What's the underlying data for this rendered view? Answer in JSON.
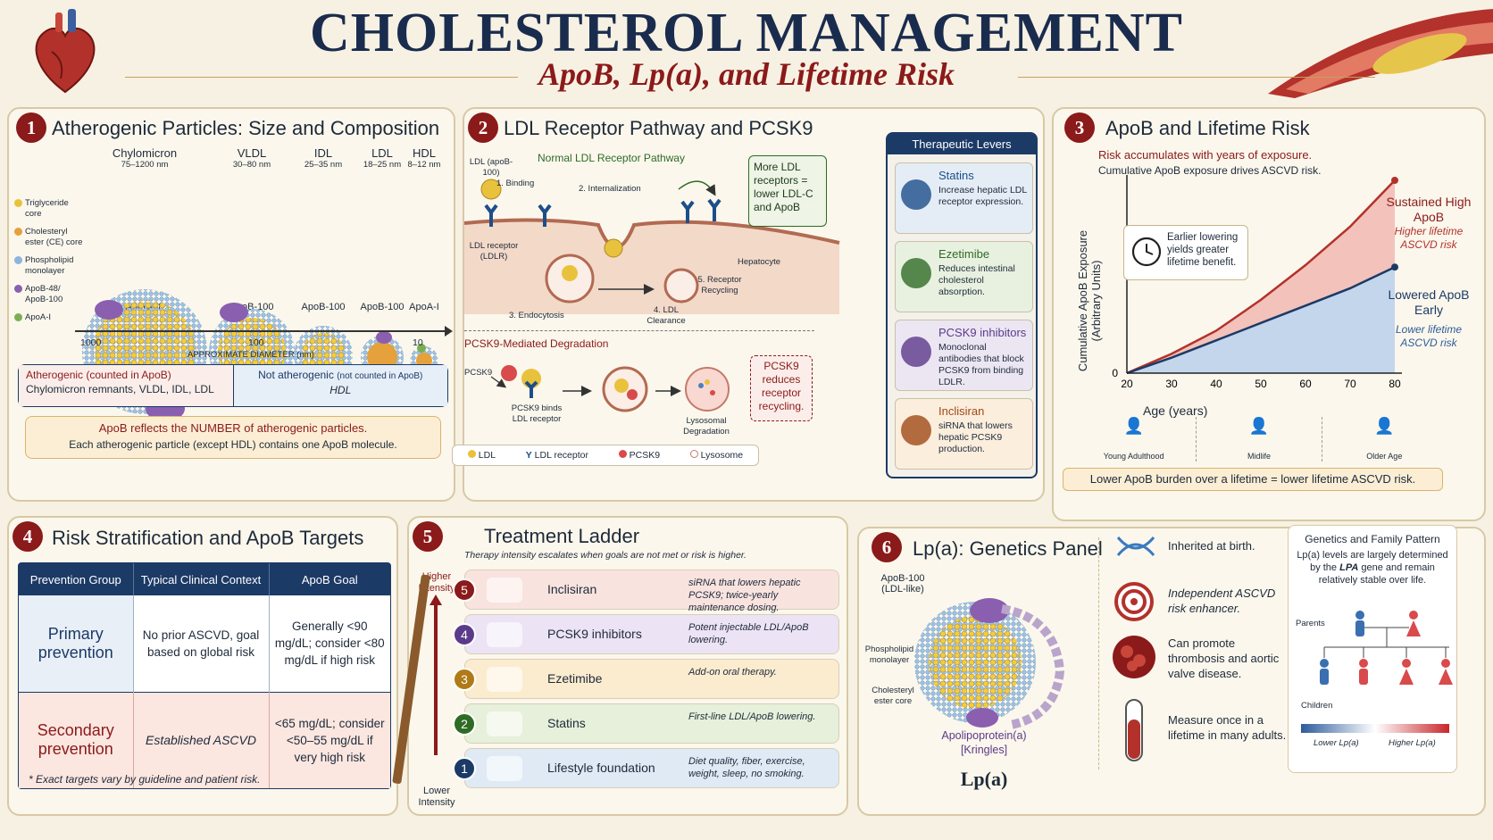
{
  "header": {
    "title": "CHOLESTEROL MANAGEMENT",
    "subtitle": "ApoB, Lp(a), and Lifetime Risk"
  },
  "p1": {
    "num": "1",
    "title": "Atherogenic Particles: Size and Composition",
    "particles": [
      {
        "name": "Chylomicron",
        "size": "75–1200 nm",
        "apo": "ApoB-48"
      },
      {
        "name": "VLDL",
        "size": "30–80 nm",
        "apo": "ApoB-100"
      },
      {
        "name": "IDL",
        "size": "25–35 nm",
        "apo": "ApoB-100"
      },
      {
        "name": "LDL",
        "size": "18–25 nm",
        "apo": "ApoB-100"
      },
      {
        "name": "HDL",
        "size": "8–12 nm",
        "apo": "ApoA-I"
      }
    ],
    "legend": [
      "Triglyceride core",
      "Cholesteryl ester (CE) core",
      "Phospholipid monolayer",
      "ApoB-48/ ApoB-100",
      "ApoA-I"
    ],
    "axis_ticks": [
      "1000",
      "100",
      "10"
    ],
    "axis_label": "APPROXIMATE DIAMETER (nm)",
    "box_left_title": "Atherogenic (counted in ApoB)",
    "box_left_text": "Chylomicron remnants, VLDL, IDL, LDL",
    "box_right_title": "Not atherogenic",
    "box_right_title2": "(not counted in ApoB)",
    "box_right_text": "HDL",
    "note_title": "ApoB reflects the NUMBER of atherogenic particles.",
    "note_text": "Each atherogenic particle (except HDL) contains one ApoB molecule."
  },
  "p2": {
    "num": "2",
    "title": "LDL Receptor Pathway and PCSK9",
    "normal_title": "Normal LDL Receptor Pathway",
    "ldl_label": "LDL (apoB-100)",
    "binding": "1. Binding",
    "internalization": "2. Internalization",
    "receptor": "LDL receptor (LDLR)",
    "hepatocyte": "Hepatocyte",
    "endocytosis": "3. Endocytosis",
    "clearance": "4. LDL Clearance",
    "recycling": "5. Receptor Recycling",
    "more_box": "More LDL receptors = lower LDL-C and ApoB",
    "pcsk9_title": "PCSK9-Mediated Degradation",
    "pcsk9": "PCSK9",
    "pcsk9_binds": "PCSK9 binds LDL receptor",
    "lysosomal": "Lysosomal Degradation",
    "reduces_box": "PCSK9 reduces receptor recycling.",
    "legend": [
      "LDL",
      "LDL receptor",
      "PCSK9",
      "Lysosome"
    ],
    "levers_title": "Therapeutic Levers",
    "levers": [
      {
        "name": "Statins",
        "text": "Increase hepatic LDL receptor expression.",
        "color": "#e4edf6",
        "accent": "#1c4e8a"
      },
      {
        "name": "Ezetimibe",
        "text": "Reduces intestinal cholesterol absorption.",
        "color": "#e8f1df",
        "accent": "#2f6b25"
      },
      {
        "name": "PCSK9 inhibitors",
        "text": "Monoclonal antibodies that block PCSK9 from binding LDLR.",
        "color": "#ece6f3",
        "accent": "#5b3a8a"
      },
      {
        "name": "Inclisiran",
        "text": "siRNA that lowers hepatic PCSK9 production.",
        "color": "#fbeedd",
        "accent": "#a04a18"
      }
    ]
  },
  "p3": {
    "num": "3",
    "title": "ApoB and Lifetime Risk",
    "sub1": "Risk accumulates with years of exposure.",
    "sub2": "Cumulative ApoB exposure drives ASCVD risk.",
    "ylabel": "Cumulative ApoB Exposure",
    "ylabel2": "(Arbitrary Units)",
    "xlabel": "Age (years)",
    "clock_text": "Earlier lowering yields greater lifetime benefit.",
    "high_label": "Sustained High ApoB",
    "high_sub": "Higher lifetime ASCVD risk",
    "low_label": "Lowered ApoB Early",
    "low_sub": "Lower lifetime ASCVD risk",
    "stages": [
      "Young Adulthood",
      "Midlife",
      "Older Age"
    ],
    "footer": "Lower ApoB burden over a lifetime = lower lifetime ASCVD risk.",
    "y_zero": "0"
  },
  "chart_data": {
    "type": "line",
    "xlabel": "Age (years)",
    "ylabel": "Cumulative ApoB Exposure (Arbitrary Units)",
    "x": [
      20,
      30,
      40,
      50,
      60,
      70,
      80
    ],
    "xlim": [
      20,
      80
    ],
    "ylim": [
      0,
      100
    ],
    "series": [
      {
        "name": "Sustained High ApoB",
        "values": [
          0,
          10,
          22,
          38,
          56,
          76,
          100
        ]
      },
      {
        "name": "Lowered ApoB Early",
        "values": [
          0,
          8,
          17,
          26,
          35,
          44,
          55
        ]
      }
    ]
  },
  "p4": {
    "num": "4",
    "title": "Risk Stratification and ApoB Targets",
    "headers": [
      "Prevention Group",
      "Typical Clinical Context",
      "ApoB Goal"
    ],
    "rows": [
      {
        "group": "Primary prevention",
        "context": "No prior ASCVD, goal based on global risk",
        "goal": "Generally <90 mg/dL; consider <80 mg/dL if high risk"
      },
      {
        "group": "Secondary prevention",
        "context": "Established ASCVD",
        "goal": "<65 mg/dL; consider <50–55 mg/dL if very high risk"
      }
    ],
    "footnote": "* Exact targets vary by guideline and patient risk."
  },
  "p5": {
    "num": "5",
    "title": "Treatment Ladder",
    "subtitle": "Therapy intensity escalates when goals are not met or risk is higher.",
    "higher": "Higher Intensity",
    "lower": "Lower Intensity",
    "rungs": [
      {
        "n": "5",
        "name": "Inclisiran",
        "text": "siRNA that lowers hepatic PCSK9; twice-yearly maintenance dosing.",
        "bg": "#f9e3df",
        "nc": "#8b1a1a"
      },
      {
        "n": "4",
        "name": "PCSK9 inhibitors",
        "text": "Potent injectable LDL/ApoB lowering.",
        "bg": "#ece3f4",
        "nc": "#5b3a8a"
      },
      {
        "n": "3",
        "name": "Ezetimibe",
        "text": "Add-on oral therapy.",
        "bg": "#fbeccf",
        "nc": "#b07a18"
      },
      {
        "n": "2",
        "name": "Statins",
        "text": "First-line LDL/ApoB lowering.",
        "bg": "#e6f0da",
        "nc": "#2f6b25"
      },
      {
        "n": "1",
        "name": "Lifestyle foundation",
        "text": "Diet quality, fiber, exercise, weight, sleep, no smoking.",
        "bg": "#dfeaf5",
        "nc": "#1c3a66"
      }
    ]
  },
  "p6": {
    "num": "6",
    "title": "Lp(a): Genetics Panel",
    "apob": "ApoB-100 (LDL-like)",
    "phospho": "Phospholipid monolayer",
    "chol": "Cholesteryl ester core",
    "apoa": "Apolipoprotein(a)",
    "kringles": "[Kringles]",
    "lpa": "Lp(a)",
    "facts": [
      "Inherited at birth.",
      "Independent ASCVD risk enhancer.",
      "Can promote thrombosis and aortic valve disease.",
      "Measure once in a lifetime in many adults."
    ],
    "gen_title": "Genetics and Family Pattern",
    "gen_text_a": "Lp(a) levels are largely determined by the ",
    "gen_text_b": "LPA",
    "gen_text_c": " gene and remain relatively stable over life.",
    "parents": "Parents",
    "children": "Children",
    "lower": "Lower Lp(a)",
    "higher": "Higher Lp(a)"
  }
}
